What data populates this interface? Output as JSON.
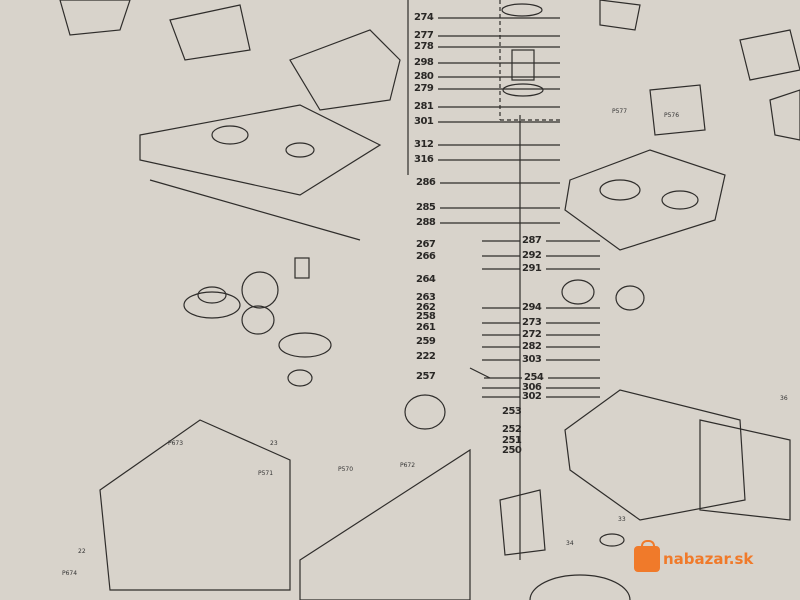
{
  "diagram": {
    "part_labels_left": [
      "274",
      "277",
      "278",
      "298",
      "280",
      "279",
      "281",
      "301",
      "312",
      "316",
      "286",
      "285",
      "288",
      "267",
      "266",
      "264",
      "263",
      "262",
      "258",
      "261",
      "259",
      "222",
      "257",
      "253",
      "252",
      "251",
      "250"
    ],
    "part_labels_right": [
      "287",
      "292",
      "291",
      "294",
      "273",
      "272",
      "282",
      "303",
      "254",
      "306",
      "302"
    ],
    "small_labels": [
      "P673",
      "P571",
      "P570",
      "P672",
      "P674",
      "P577",
      "P576",
      "23",
      "22",
      "33",
      "34",
      "36"
    ]
  },
  "watermark": {
    "text": "nabazar.sk",
    "color": "#f07a2a"
  },
  "colors": {
    "paper": "#d8d3cb",
    "ink": "#2a2826"
  }
}
